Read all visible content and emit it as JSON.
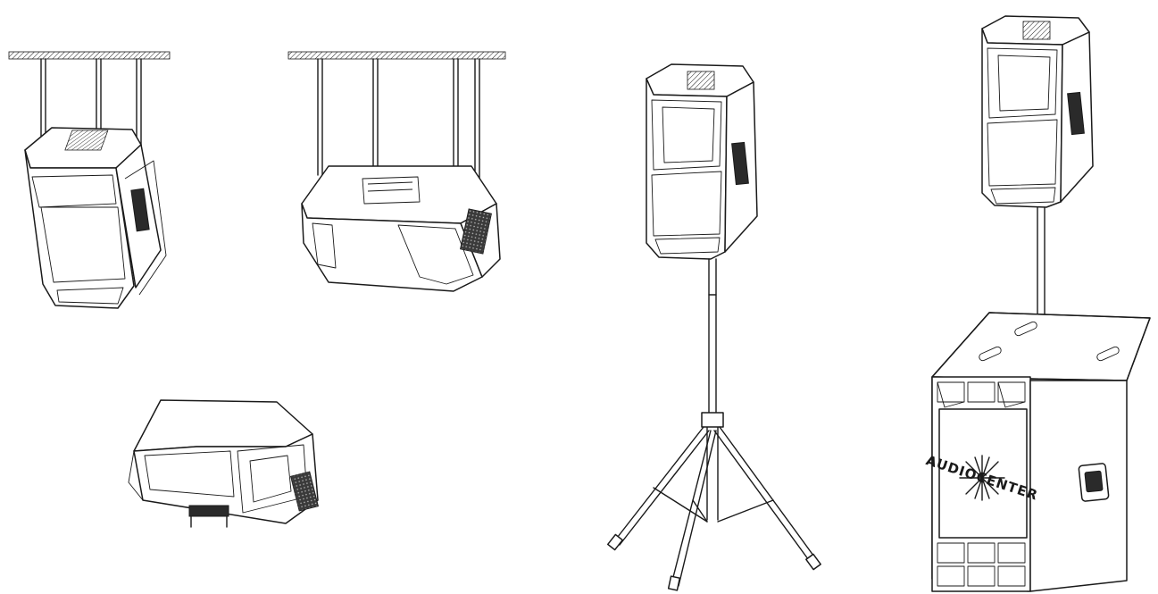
{
  "figure": {
    "panels": [
      "hanging-tilted-forward",
      "hanging-horizontal",
      "floor-monitor",
      "pole-mount-tripod-stand",
      "pole-mount-on-subwoofer"
    ]
  },
  "subwoofer_logo": {
    "text": "AUDIOCENTER"
  },
  "colors": {
    "line": "#1a1a1a",
    "background": "#ffffff"
  }
}
